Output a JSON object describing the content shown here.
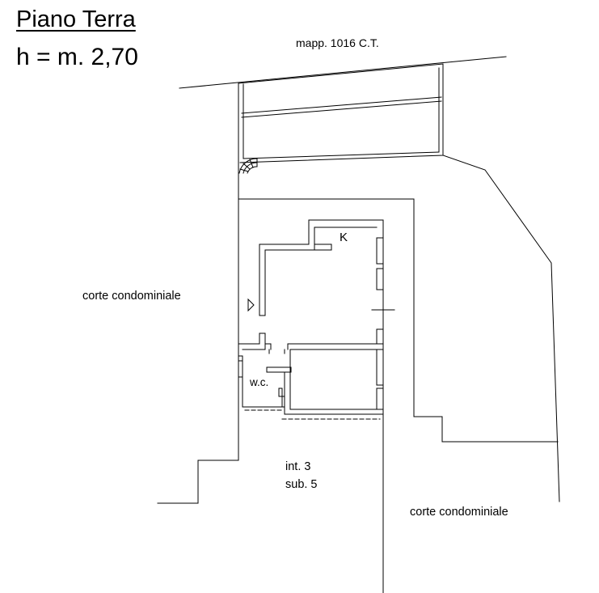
{
  "header": {
    "title": "Piano Terra",
    "height": "h = m. 2,70"
  },
  "labels": {
    "parcel": "mapp. 1016 C.T.",
    "court_left": "corte condominiale",
    "court_right": "corte condominiale",
    "kitchen": "K",
    "wc": "w.c.",
    "unit_int": "int. 3",
    "unit_sub": "sub. 5"
  },
  "colors": {
    "ink": "#000000",
    "background": "#ffffff"
  }
}
